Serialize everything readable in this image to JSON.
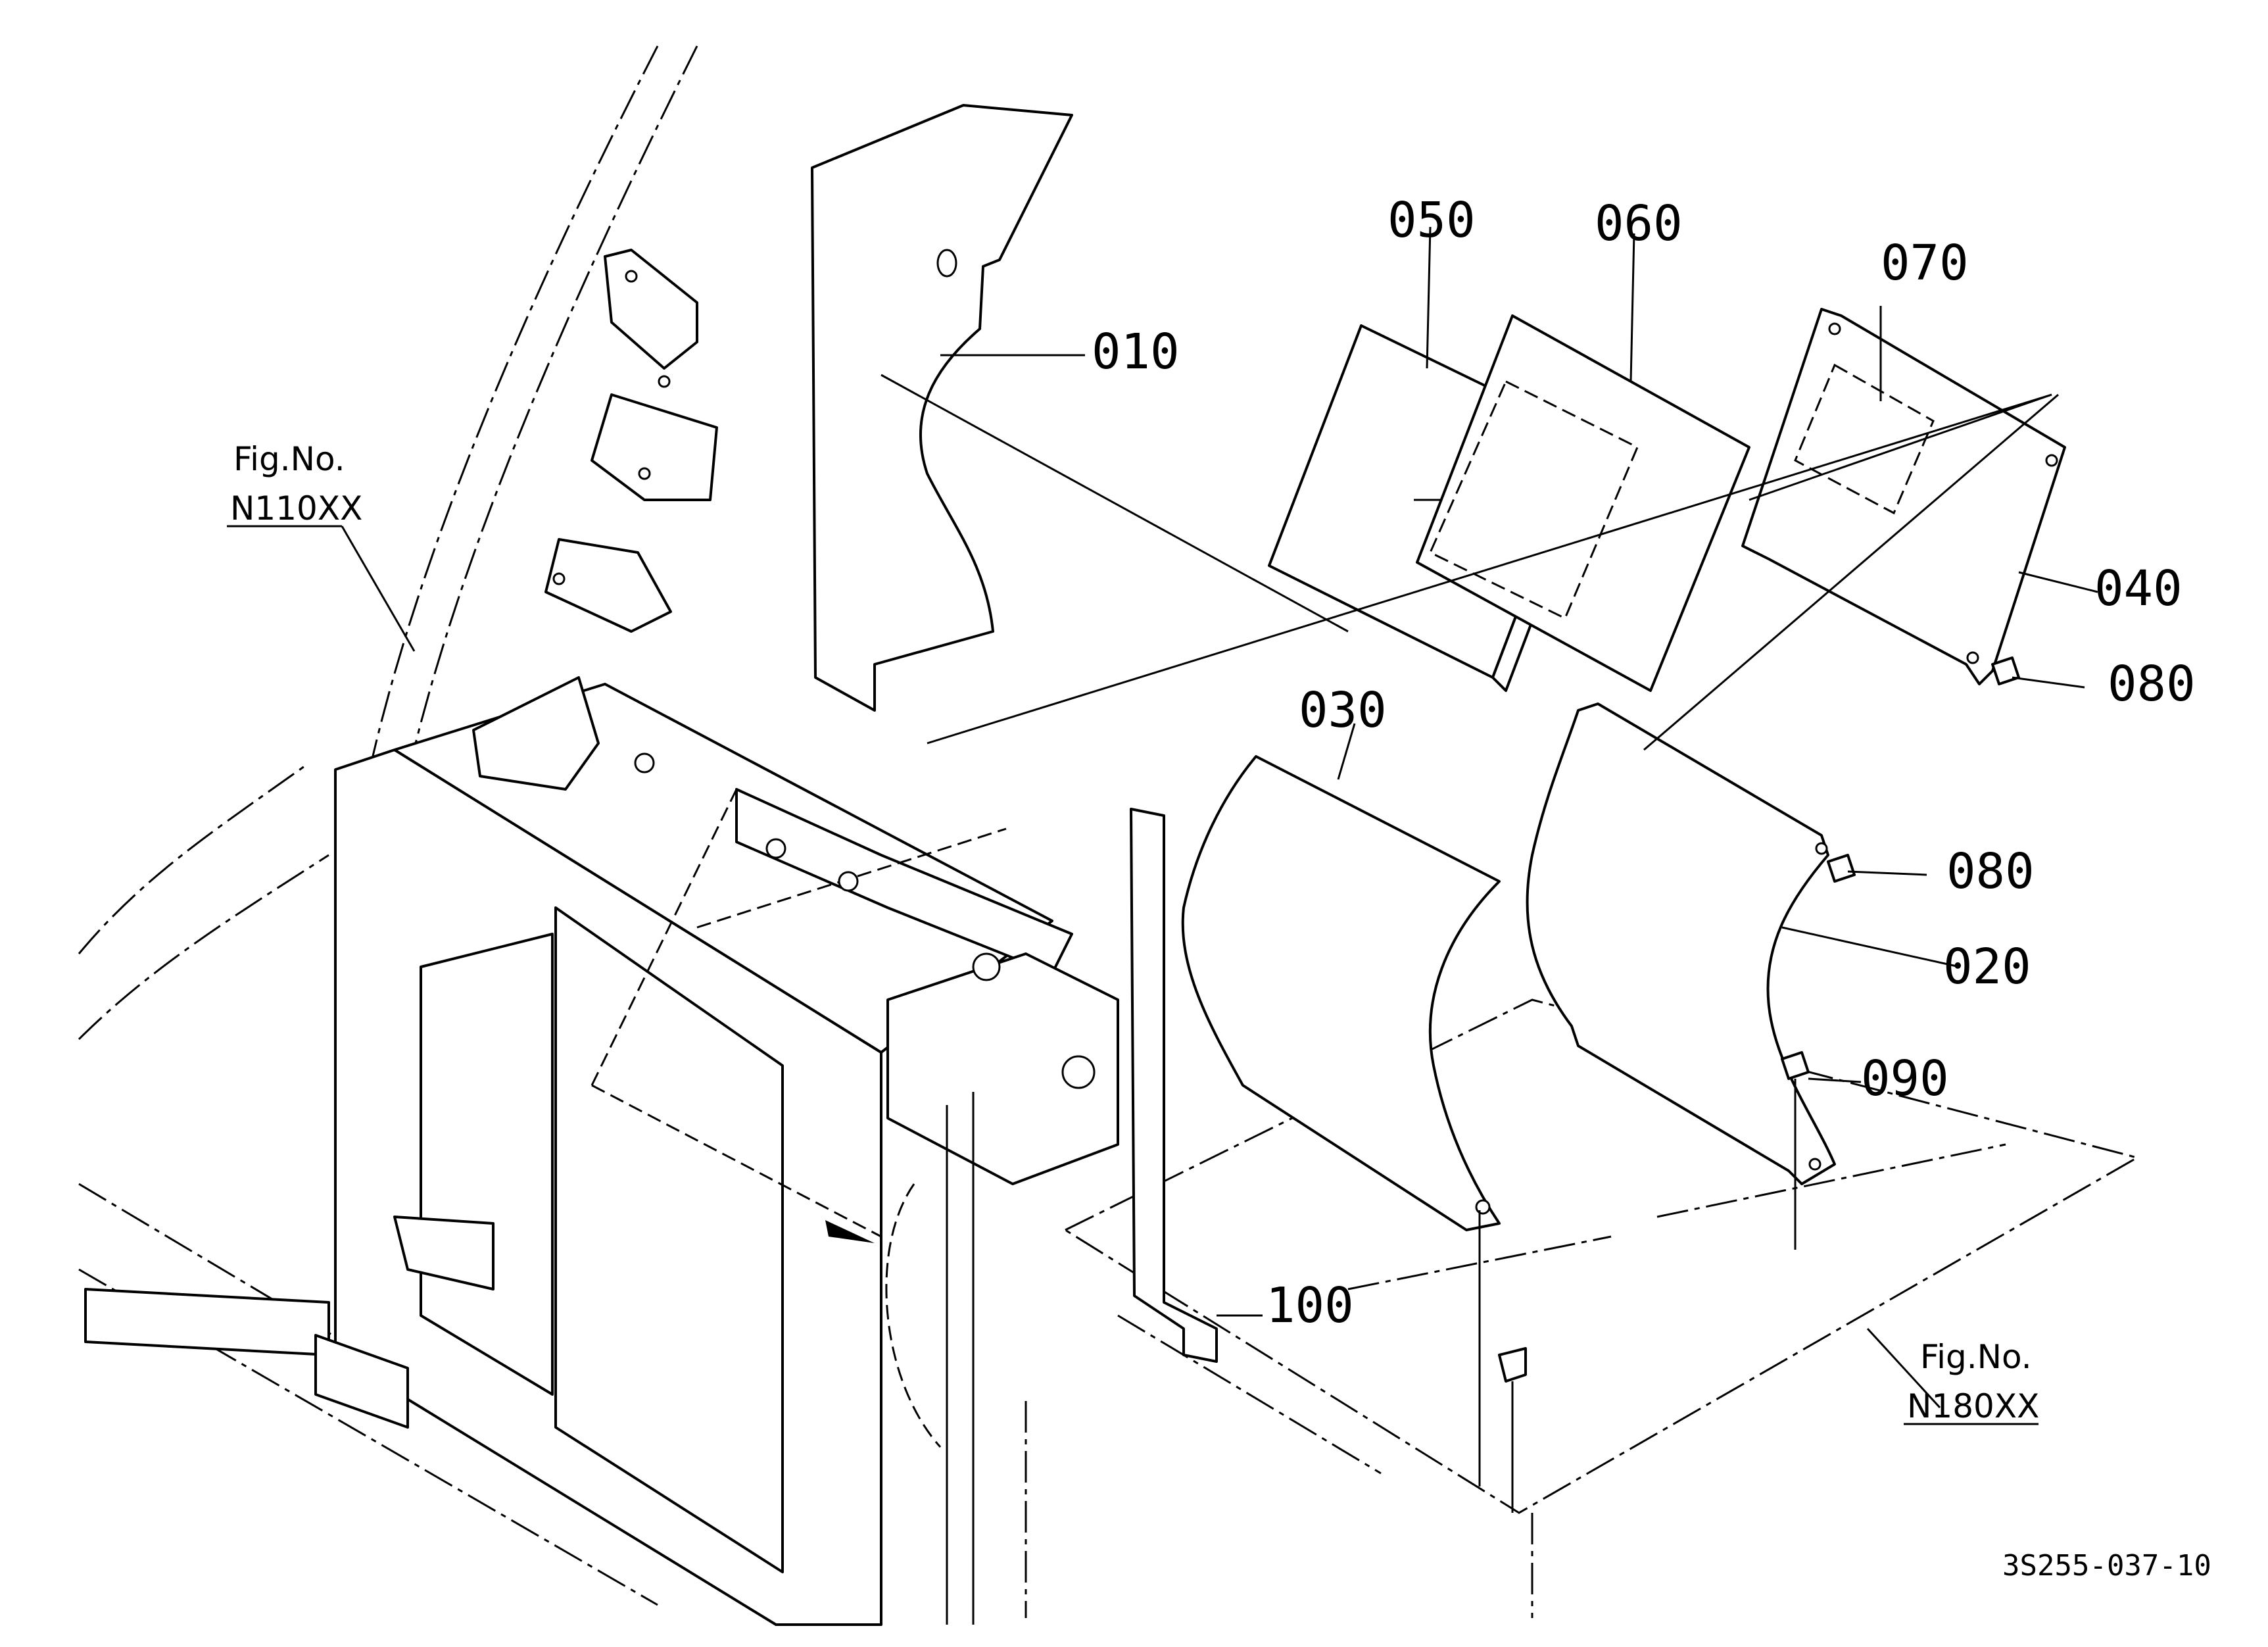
{
  "diagram": {
    "part_labels": {
      "p010": "010",
      "p020": "020",
      "p030": "030",
      "p040": "040",
      "p050": "050",
      "p060": "060",
      "p070": "070",
      "p080a": "080",
      "p080b": "080",
      "p090": "090",
      "p100": "100"
    },
    "references": {
      "left": {
        "line1": "Fig.No.",
        "line2": "N110XX"
      },
      "right": {
        "line1": "Fig.No.",
        "line2": "N180XX"
      }
    },
    "drawing_code": "3S255-037-10"
  }
}
